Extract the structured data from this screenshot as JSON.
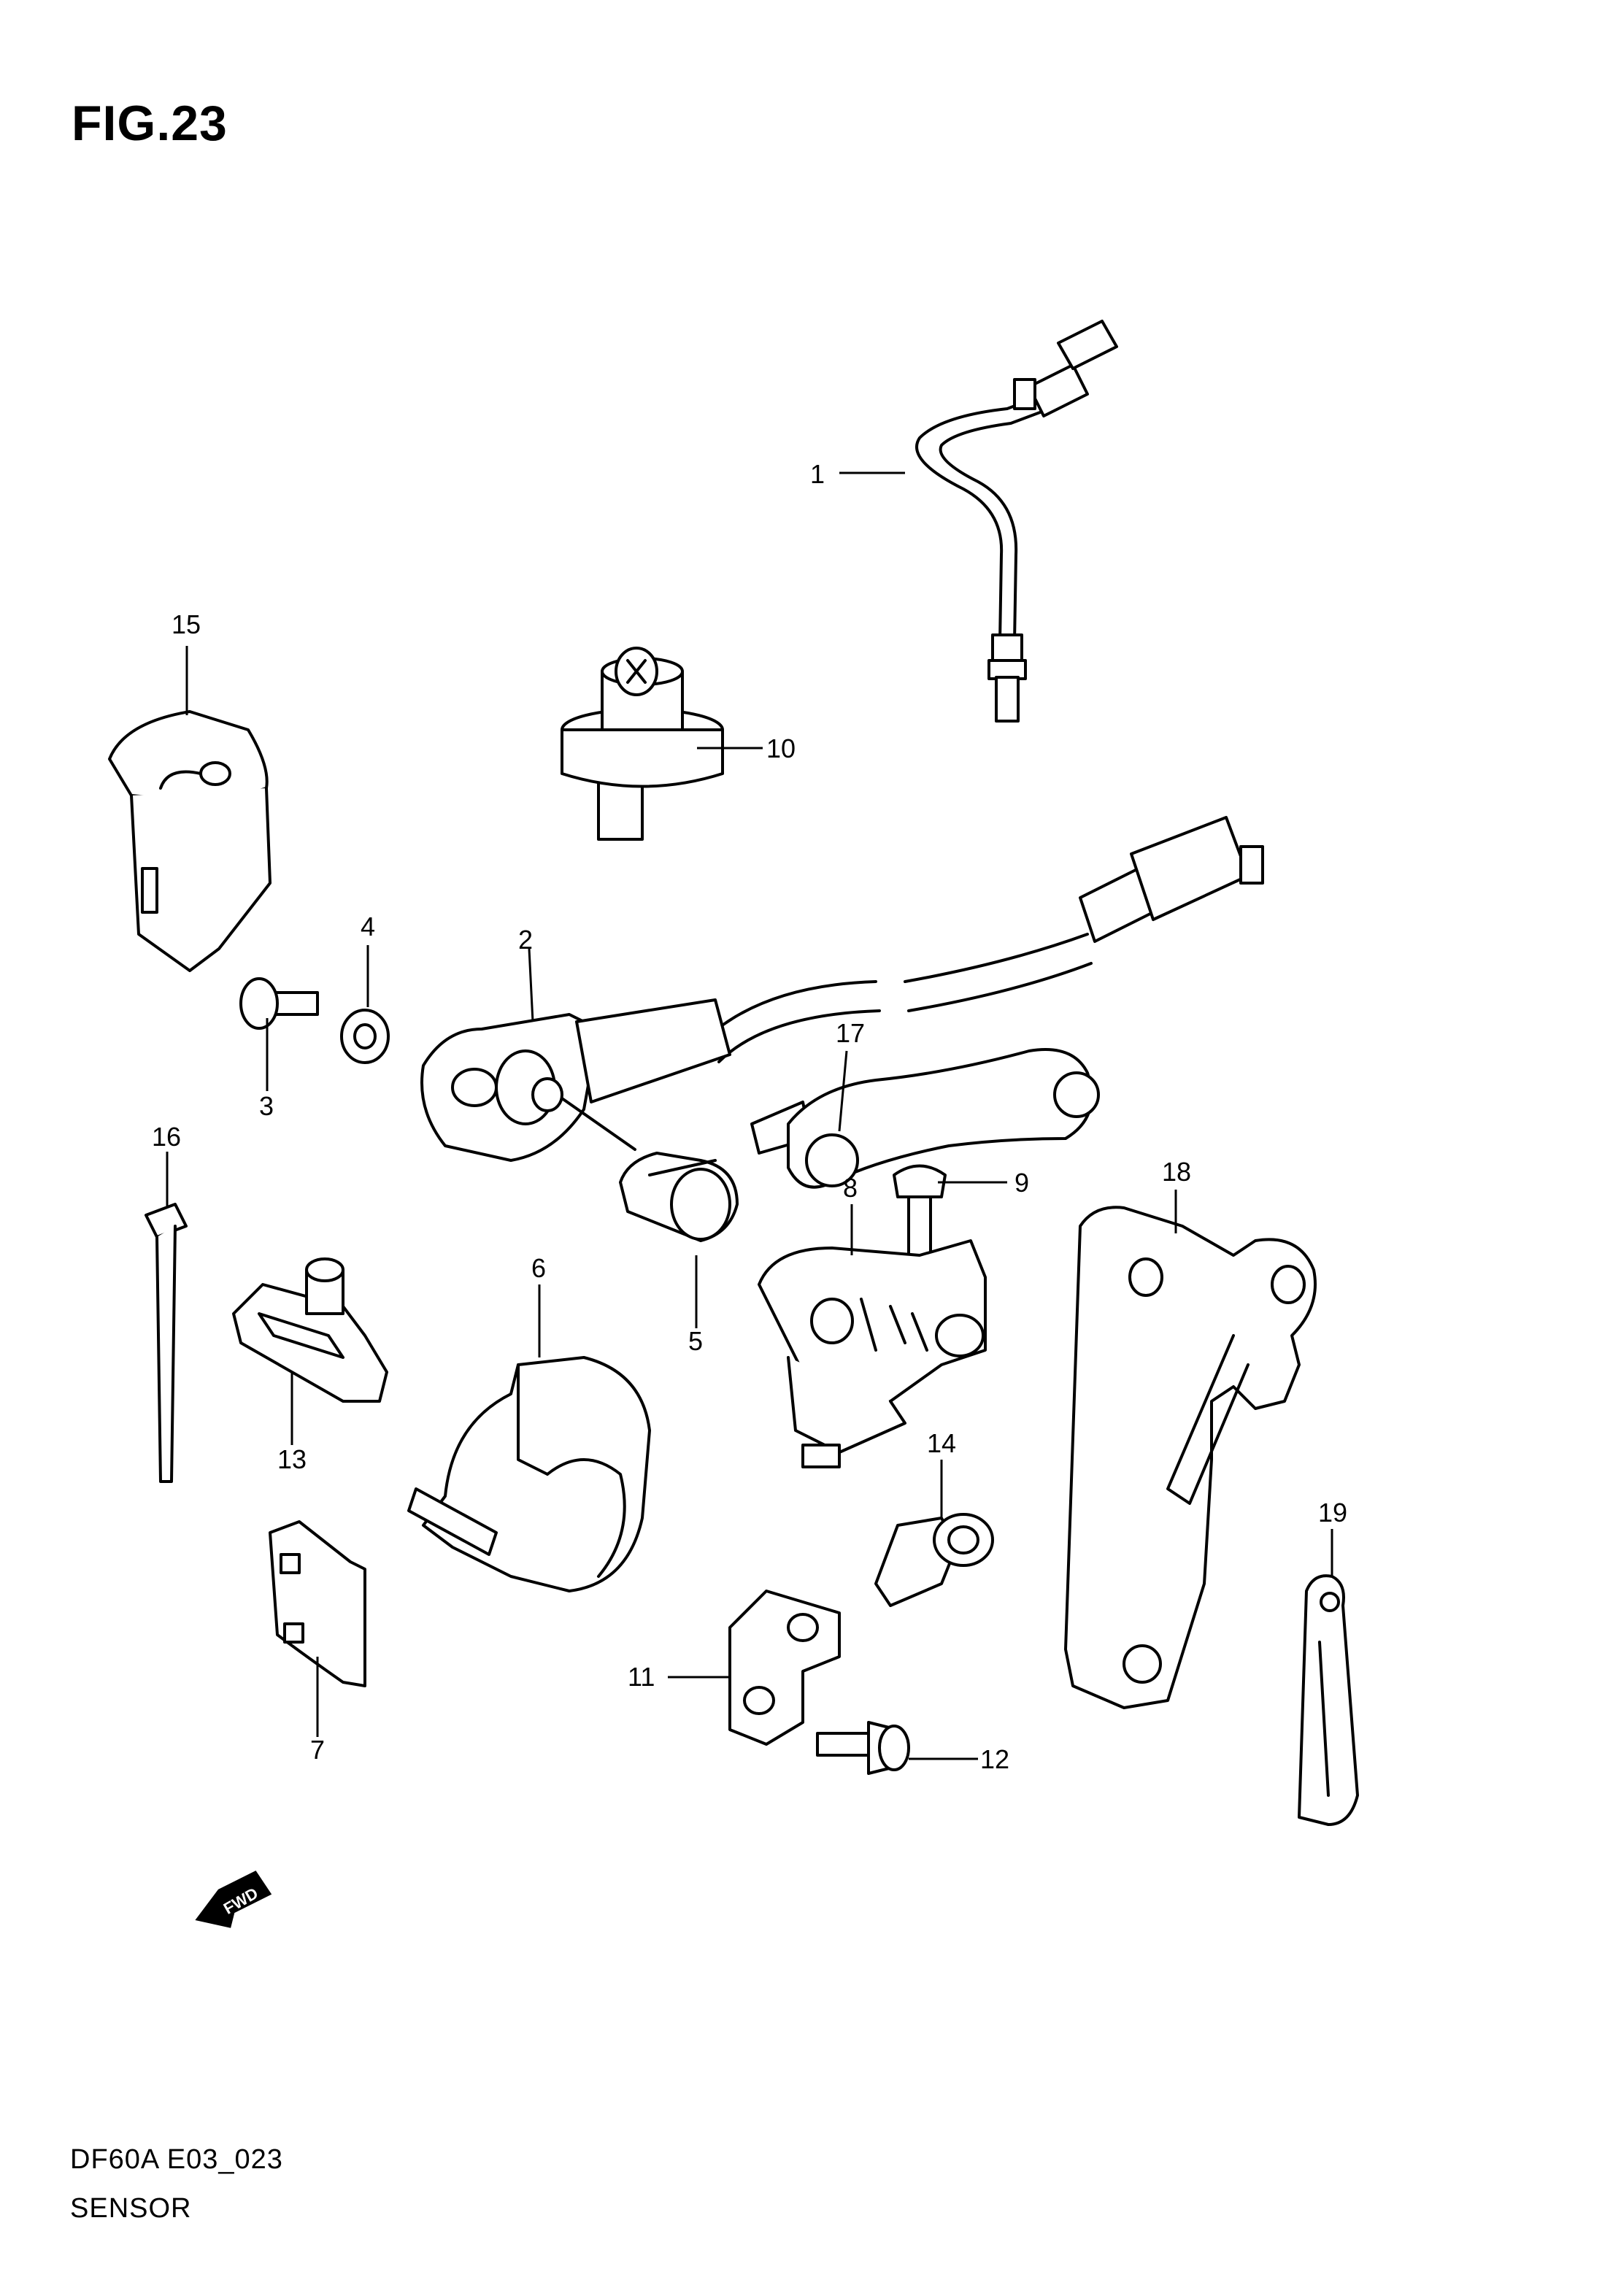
{
  "figure": {
    "title": "FIG.23"
  },
  "footer": {
    "code": "DF60A E03_023",
    "name": "SENSOR"
  },
  "fwd_indicator": {
    "label": "FWD",
    "icon": "forward-arrow-icon"
  },
  "parts": [
    {
      "number": "1"
    },
    {
      "number": "2"
    },
    {
      "number": "3"
    },
    {
      "number": "4"
    },
    {
      "number": "5"
    },
    {
      "number": "6"
    },
    {
      "number": "7"
    },
    {
      "number": "8"
    },
    {
      "number": "9"
    },
    {
      "number": "10"
    },
    {
      "number": "11"
    },
    {
      "number": "12"
    },
    {
      "number": "13"
    },
    {
      "number": "14"
    },
    {
      "number": "15"
    },
    {
      "number": "16"
    },
    {
      "number": "17"
    },
    {
      "number": "18"
    },
    {
      "number": "19"
    }
  ]
}
